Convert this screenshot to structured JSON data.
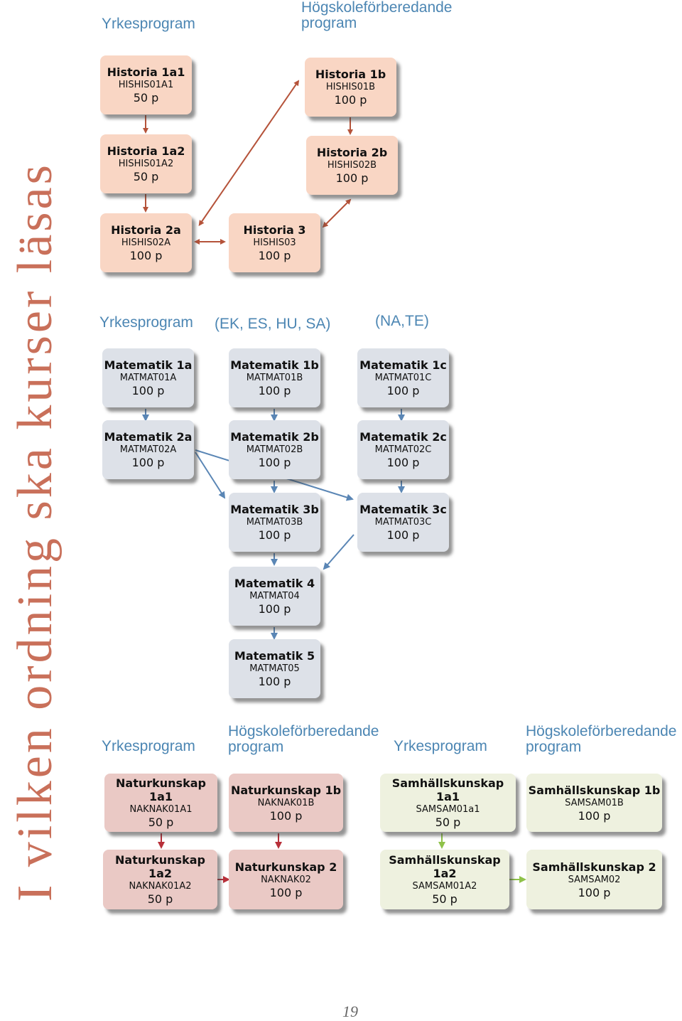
{
  "side_title": "I vilken ordning ska kurser läsas",
  "page_number": "19",
  "headers": {
    "h1": "Yrkesprogram",
    "h2": "Högskoleförberedande program",
    "h3": "Yrkesprogram",
    "h4": "(EK, ES, HU, SA)",
    "h5": "(NA,TE)",
    "h6": "Yrkesprogram",
    "h7": "Högskoleförberedande program",
    "h8": "Yrkesprogram",
    "h9": "Högskoleförberedande program"
  },
  "courses": {
    "his1a1": {
      "title": "Historia 1a1",
      "code": "HISHIS01A1",
      "points": "50 p"
    },
    "his1a2": {
      "title": "Historia 1a2",
      "code": "HISHIS01A2",
      "points": "50 p"
    },
    "his2a": {
      "title": "Historia 2a",
      "code": "HISHIS02A",
      "points": "100 p"
    },
    "his3": {
      "title": "Historia 3",
      "code": "HISHIS03",
      "points": "100 p"
    },
    "his1b": {
      "title": "Historia 1b",
      "code": "HISHIS01B",
      "points": "100 p"
    },
    "his2b": {
      "title": "Historia 2b",
      "code": "HISHIS02B",
      "points": "100 p"
    },
    "mat1a": {
      "title": "Matematik 1a",
      "code": "MATMAT01A",
      "points": "100 p"
    },
    "mat2a": {
      "title": "Matematik 2a",
      "code": "MATMAT02A",
      "points": "100 p"
    },
    "mat1b": {
      "title": "Matematik 1b",
      "code": "MATMAT01B",
      "points": "100 p"
    },
    "mat2b": {
      "title": "Matematik 2b",
      "code": "MATMAT02B",
      "points": "100 p"
    },
    "mat3b": {
      "title": "Matematik 3b",
      "code": "MATMAT03B",
      "points": "100 p"
    },
    "mat4": {
      "title": "Matematik 4",
      "code": "MATMAT04",
      "points": "100 p"
    },
    "mat5": {
      "title": "Matematik 5",
      "code": "MATMAT05",
      "points": "100 p"
    },
    "mat1c": {
      "title": "Matematik 1c",
      "code": "MATMAT01C",
      "points": "100 p"
    },
    "mat2c": {
      "title": "Matematik 2c",
      "code": "MATMAT02C",
      "points": "100 p"
    },
    "mat3c": {
      "title": "Matematik 3c",
      "code": "MATMAT03C",
      "points": "100 p"
    },
    "nak1a1": {
      "title": "Naturkunskap 1a1",
      "code": "NAKNAK01A1",
      "points": "50 p"
    },
    "nak1a2": {
      "title": "Naturkunskap 1a2",
      "code": "NAKNAK01A2",
      "points": "50 p"
    },
    "nak1b": {
      "title": "Naturkunskap 1b",
      "code": "NAKNAK01B",
      "points": "100 p"
    },
    "nak2": {
      "title": "Naturkunskap 2",
      "code": "NAKNAK02",
      "points": "100 p"
    },
    "sam1a1": {
      "title": "Samhällskunskap 1a1",
      "code": "SAMSAM01a1",
      "points": "50 p"
    },
    "sam1a2": {
      "title": "Samhällskunskap 1a2",
      "code": "SAMSAM01A2",
      "points": "50 p"
    },
    "sam1b": {
      "title": "Samhällskunskap 1b",
      "code": "SAMSAM01B",
      "points": "100 p"
    },
    "sam2": {
      "title": "Samhällskunskap 2",
      "code": "SAMSAM02",
      "points": "100 p"
    }
  },
  "colors": {
    "history": "#f9d6c4",
    "math": "#dde1e8",
    "nature": "#eac9c5",
    "social": "#eef1df",
    "history_arrow": "#b5533a",
    "math_arrow": "#5a86b5",
    "nature_arrow": "#b8303a",
    "social_arrow": "#8fc24a"
  }
}
